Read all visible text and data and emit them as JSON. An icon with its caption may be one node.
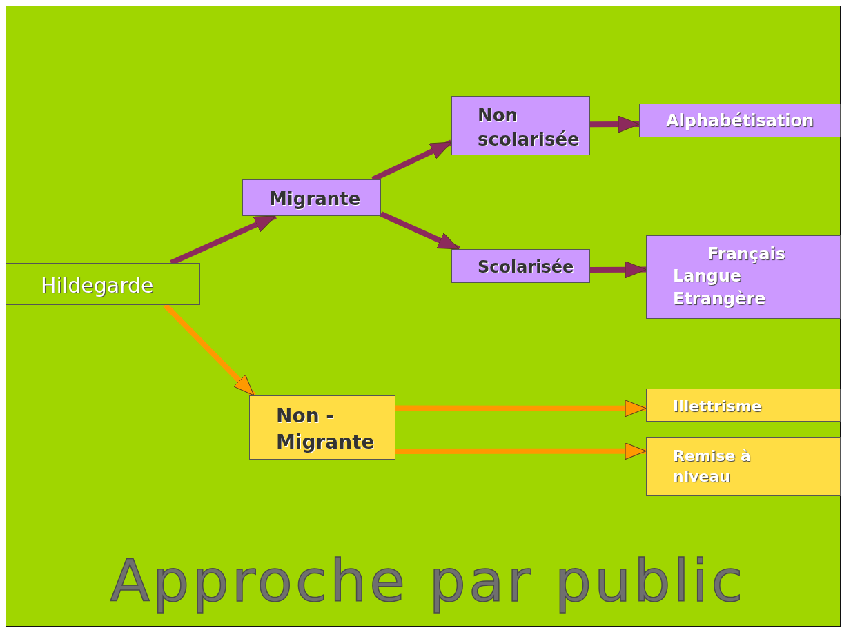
{
  "diagram": {
    "title": "Approche par public",
    "nodes": [
      {
        "text": [
          "Hildegarde"
        ]
      },
      {
        "text": [
          "Migrante"
        ]
      },
      {
        "text": [
          "Non scolarisée"
        ]
      },
      {
        "text": [
          "Alphabétisation"
        ]
      },
      {
        "text": [
          "Scolarisée"
        ]
      },
      {
        "text": [
          "Français Langue Etrangère"
        ]
      },
      {
        "text": [
          "Non - Migrante"
        ]
      },
      {
        "text": [
          "Illettrisme"
        ]
      },
      {
        "text": [
          "Remise à niveau"
        ]
      }
    ],
    "edges": [
      {
        "from": 0,
        "to": 1,
        "arrow": "to"
      },
      {
        "from": 1,
        "to": 2,
        "arrow": "to"
      },
      {
        "from": 1,
        "to": 4,
        "arrow": "to"
      },
      {
        "from": 2,
        "to": 3,
        "arrow": "to"
      },
      {
        "from": 4,
        "to": 5,
        "arrow": "to"
      },
      {
        "from": 0,
        "to": 6,
        "arrow": "to",
        "color": "#ff9900"
      },
      {
        "from": 6,
        "to": 7,
        "arrow": "to",
        "color": "#ff9900"
      },
      {
        "from": 6,
        "to": 8,
        "arrow": "to",
        "color": "#ff9900"
      }
    ]
  }
}
